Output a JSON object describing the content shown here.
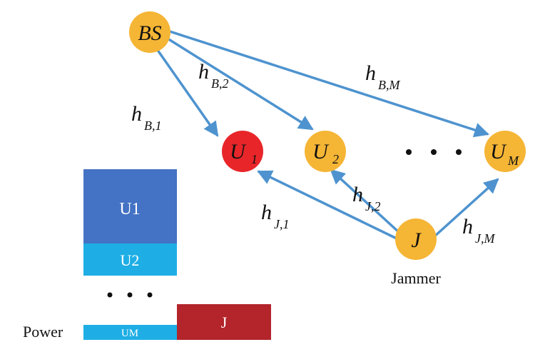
{
  "colors": {
    "node_orange": "#F5B535",
    "node_red": "#E8262A",
    "arrow_blue": "#4E93CF",
    "bar_u1": "#4472C4",
    "bar_u2": "#1EAEE5",
    "bar_um": "#1EAEE5",
    "bar_j": "#B3242B"
  },
  "nodes": {
    "bs": {
      "label": "BS"
    },
    "u1": {
      "label": "U",
      "sub": "1"
    },
    "u2": {
      "label": "U",
      "sub": "2"
    },
    "um": {
      "label": "U",
      "sub": "M"
    },
    "j": {
      "label": "J",
      "caption": "Jammer"
    }
  },
  "ellipsis": "• • •",
  "channels": {
    "hb1": {
      "main": "h",
      "sub": "B,1"
    },
    "hb2": {
      "main": "h",
      "sub": "B,2"
    },
    "hbm": {
      "main": "h",
      "sub": "B,M"
    },
    "hj1": {
      "main": "h",
      "sub": "J,1"
    },
    "hj2": {
      "main": "h",
      "sub": "J,2"
    },
    "hjm": {
      "main": "h",
      "sub": "J,M"
    }
  },
  "power_chart": {
    "axis_label": "Power",
    "bars": [
      {
        "label": "U1"
      },
      {
        "label": "U2"
      },
      {
        "label": "UM"
      },
      {
        "label": "J"
      }
    ],
    "ellipsis": "• • •"
  }
}
